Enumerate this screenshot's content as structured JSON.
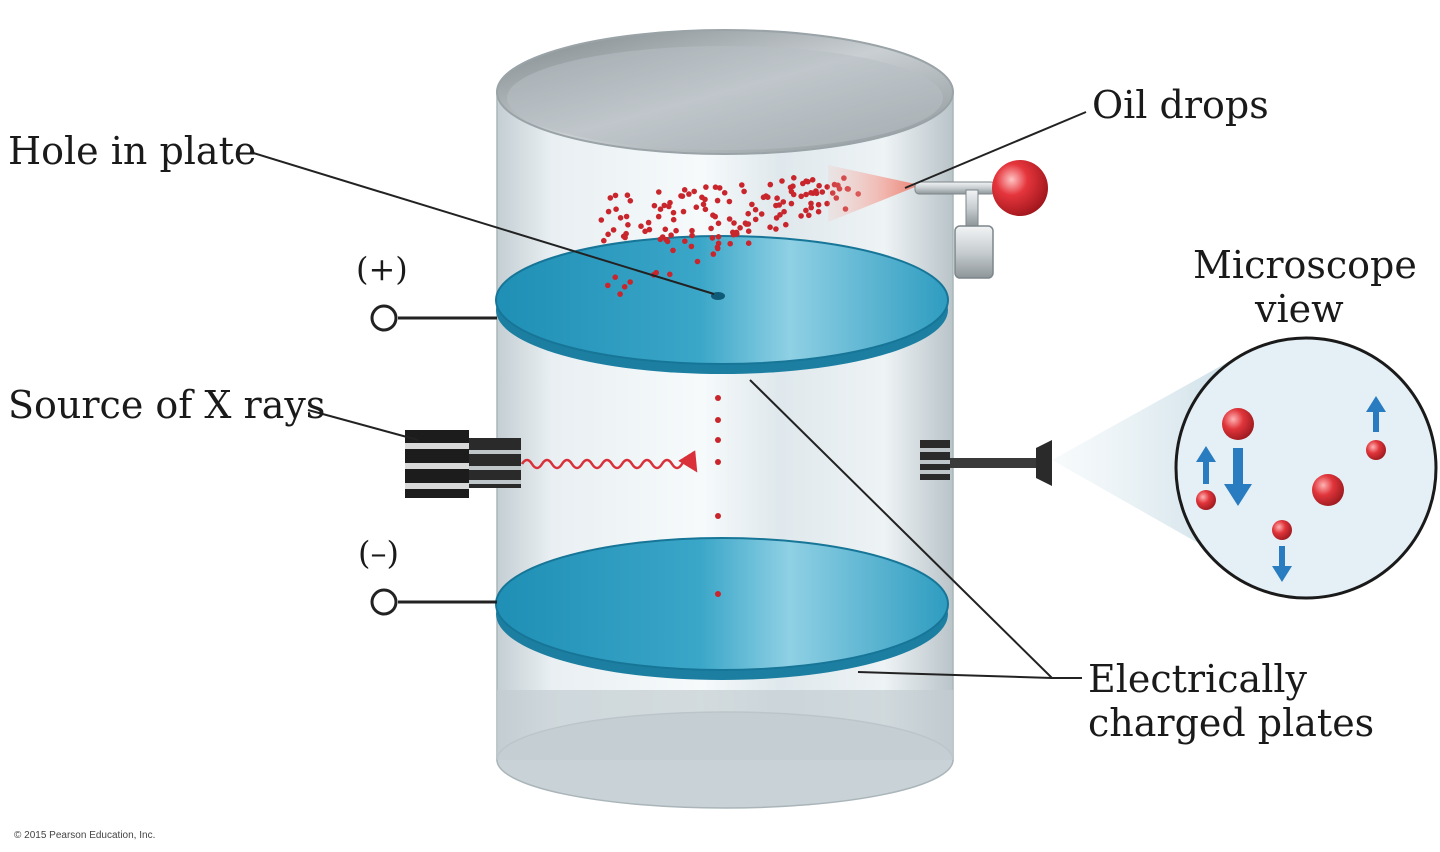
{
  "labels": {
    "oil_drops": "Oil drops",
    "hole_in_plate": "Hole in plate",
    "source_of_x_rays": "Source of X rays",
    "microscope_view_line1": "Microscope",
    "microscope_view_line2": "view",
    "charged_plates_line1": "Electrically",
    "charged_plates_line2": "charged plates",
    "positive_terminal": "(+)",
    "negative_terminal": "(–)"
  },
  "copyright": "© 2015 Pearson Education, Inc.",
  "colors": {
    "plate": "#3aa6c8",
    "oil_drop": "#c8262c",
    "xray": "#d9303a",
    "arrow": "#2a7cc0",
    "cylinder": "#dde6ea"
  }
}
